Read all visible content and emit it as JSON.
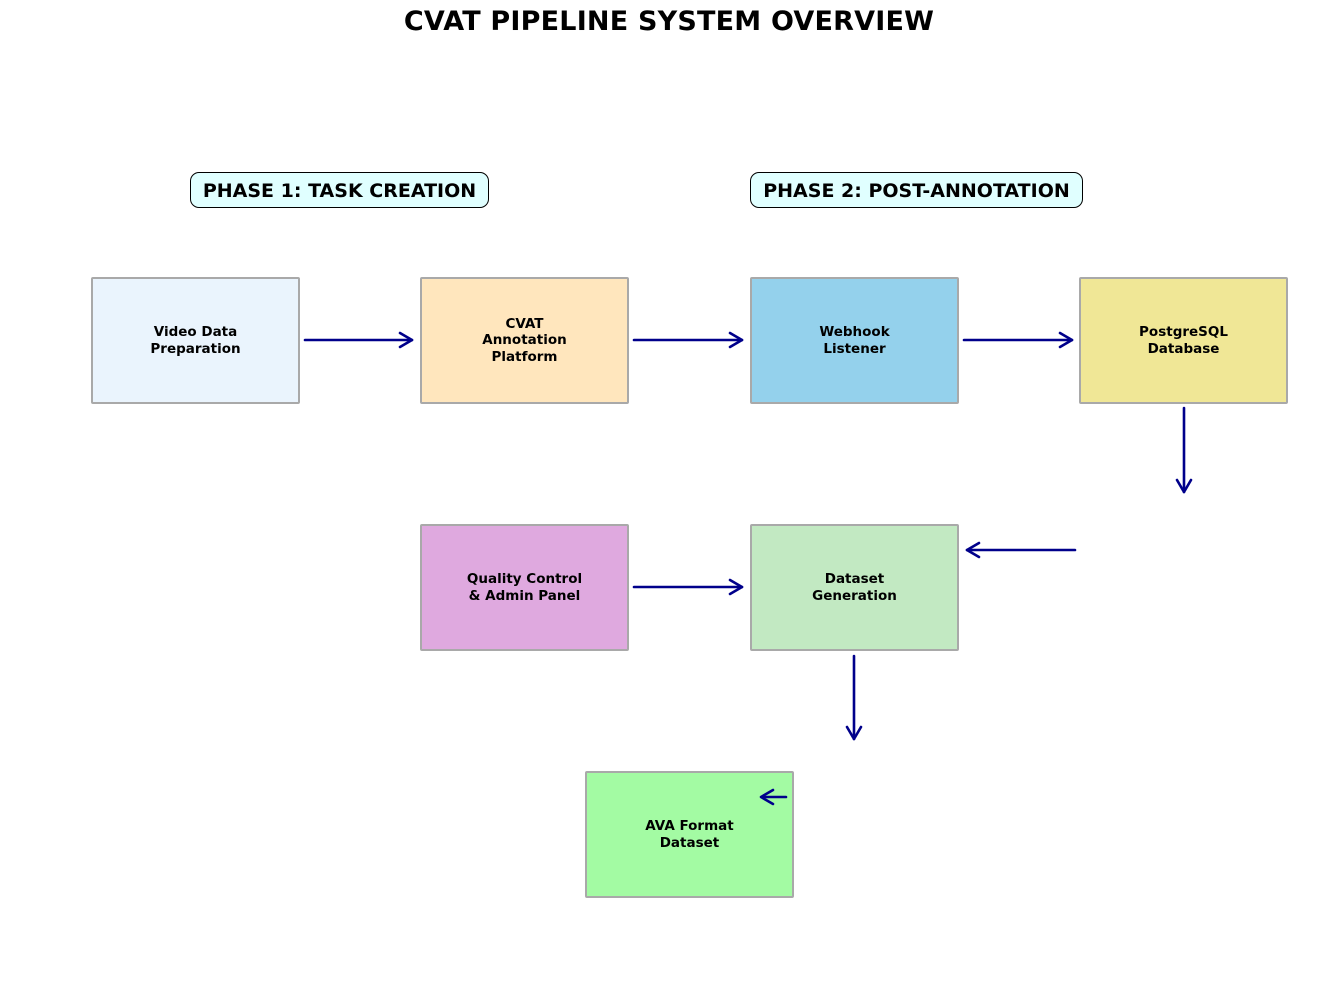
{
  "title": "CVAT PIPELINE SYSTEM OVERVIEW",
  "phases": {
    "phase1": "PHASE 1: TASK CREATION",
    "phase2": "PHASE 2: POST-ANNOTATION",
    "fill": "#e0ffff"
  },
  "boxes": {
    "video": {
      "label": "Video Data\nPreparation",
      "color": "#eaf4fd"
    },
    "cvat": {
      "label": "CVAT\nAnnotation\nPlatform",
      "color": "#ffe6bd"
    },
    "webhook": {
      "label": "Webhook\nListener",
      "color": "#94d1ec"
    },
    "postgres": {
      "label": "PostgreSQL\nDatabase",
      "color": "#f0e796"
    },
    "quality": {
      "label": "Quality Control\n& Admin Panel",
      "color": "#dfa9df"
    },
    "dataset": {
      "label": "Dataset\nGeneration",
      "color": "#c2e9c2"
    },
    "ava": {
      "label": "AVA Format\nDataset",
      "color": "#a3fba3"
    }
  },
  "colors": {
    "arrow": "#00008b",
    "box_border": "#a9a9a9"
  }
}
